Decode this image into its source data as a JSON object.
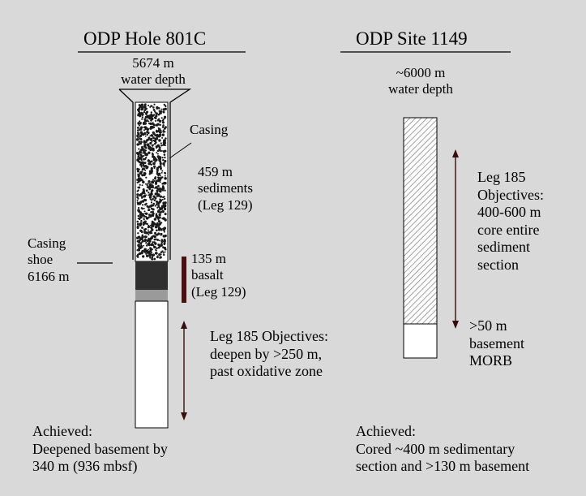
{
  "left_site": {
    "title": "ODP Hole 801C",
    "water_depth": [
      "5674 m",
      "water depth"
    ],
    "casing": "Casing",
    "sediments": [
      "459 m",
      "sediments",
      "(Leg 129)"
    ],
    "casing_shoe": [
      "Casing",
      "shoe",
      "6166 m"
    ],
    "basalt": [
      "135 m",
      "basalt",
      "(Leg 129)"
    ],
    "objectives": [
      "Leg 185 Objectives:",
      "deepen by >250 m,",
      "past oxidative zone"
    ],
    "achieved": [
      "Achieved:",
      "Deepened basement by",
      "340 m (936 mbsf)"
    ]
  },
  "right_site": {
    "title": "ODP Site 1149",
    "water_depth": [
      "~6000 m",
      "water depth"
    ],
    "objectives": [
      "Leg 185",
      "Objectives:",
      "400-600 m",
      "core entire",
      "sediment",
      "section"
    ],
    "basement": [
      ">50 m",
      "basement",
      "MORB"
    ],
    "achieved": [
      "Achieved:",
      "Cored ~400 m sedimentary",
      "section and >130 m basement"
    ]
  },
  "colors": {
    "background": "#d9d9d9",
    "basalt_dark": "#2f2f2f",
    "basalt_grey": "#9a9a9a",
    "basalt_bar": "#4a0f0f",
    "arrow": "#3a0d0d",
    "hatch": "#8a8a8a"
  }
}
